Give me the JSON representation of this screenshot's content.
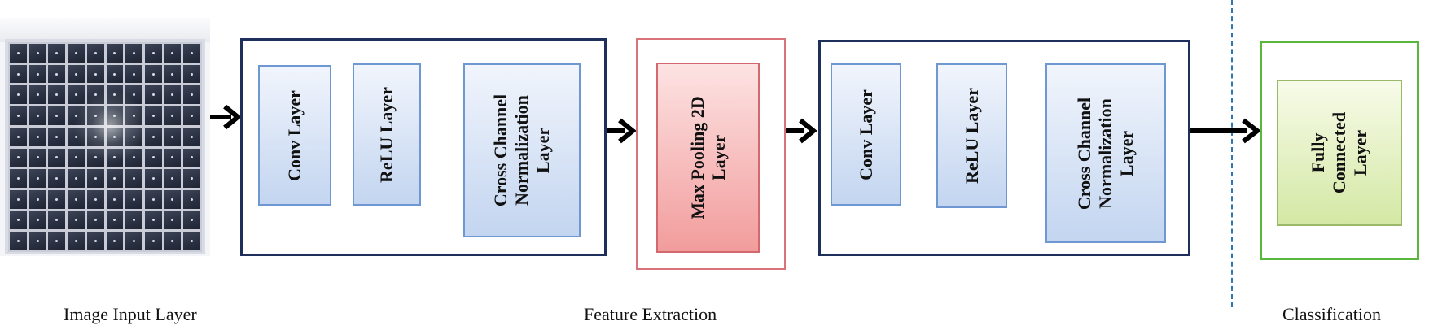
{
  "image_input": {
    "caption": "Image Input Layer"
  },
  "feature_extraction": {
    "caption": "Feature Extraction",
    "block1": {
      "conv": "Conv Layer",
      "relu": "ReLU Layer",
      "norm": "Cross Channel\nNormalization\nLayer"
    },
    "pool": "Max Pooling 2D\nLayer",
    "block2": {
      "conv": "Conv Layer",
      "relu": "ReLU Layer",
      "norm": "Cross Channel\nNormalization\nLayer"
    }
  },
  "classification": {
    "caption": "Classification",
    "fc": "Fully\nConnected\nLayer"
  },
  "colors": {
    "group_border": "#1f2f5c",
    "pool_border": "#d9737a",
    "classification_border": "#59b83c",
    "divider": "#2e75b6",
    "blue_block": "#c3d5f0",
    "red_block": "#f29c9c",
    "green_block": "#d4e8a4"
  }
}
